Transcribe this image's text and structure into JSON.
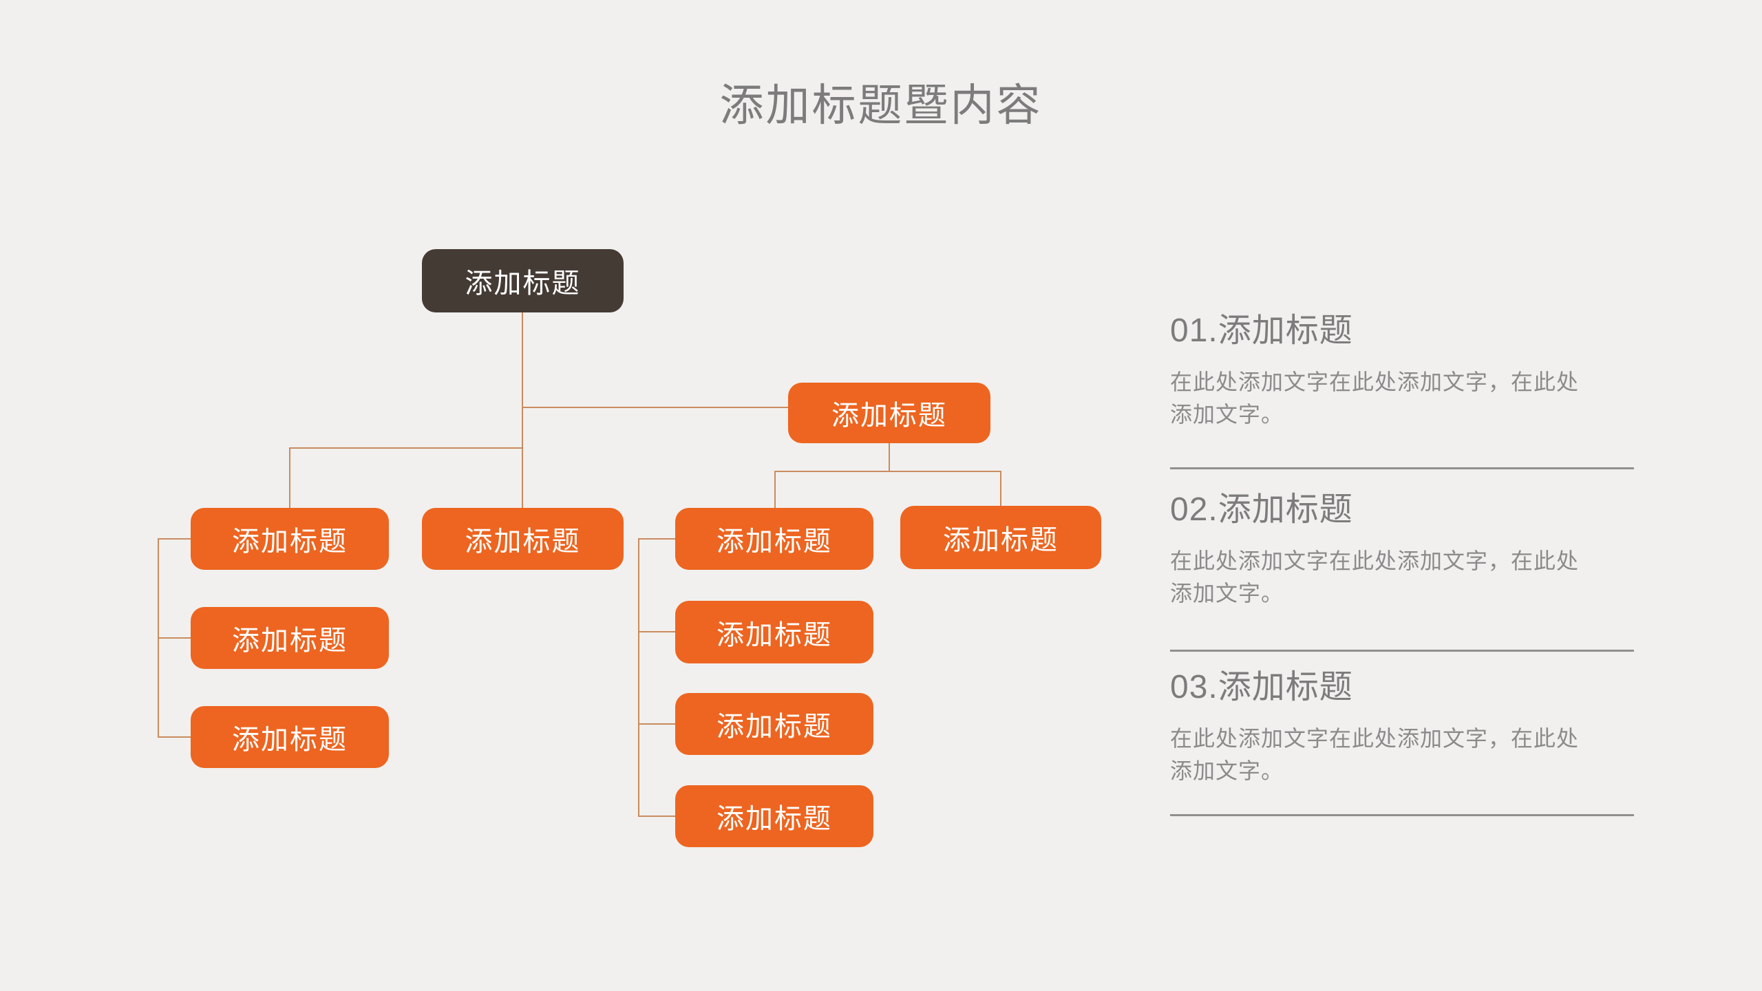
{
  "title": "添加标题暨内容",
  "org_chart": {
    "nodes": [
      {
        "id": "root",
        "level": 1,
        "label": "添加标题"
      },
      {
        "id": "branch-right",
        "level": 2,
        "label": "添加标题"
      },
      {
        "id": "left-1",
        "level": 3,
        "label": "添加标题"
      },
      {
        "id": "left-2",
        "level": 3,
        "label": "添加标题"
      },
      {
        "id": "left-3",
        "level": 3,
        "label": "添加标题"
      },
      {
        "id": "center",
        "level": 3,
        "label": "添加标题"
      },
      {
        "id": "right-1",
        "level": 3,
        "label": "添加标题"
      },
      {
        "id": "right-2",
        "level": 3,
        "label": "添加标题"
      },
      {
        "id": "right-sub-1",
        "level": 4,
        "label": "添加标题"
      },
      {
        "id": "right-sub-2",
        "level": 4,
        "label": "添加标题"
      },
      {
        "id": "right-sub-3",
        "level": 4,
        "label": "添加标题"
      }
    ]
  },
  "sections": [
    {
      "heading": "01.添加标题",
      "body_line1": "在此处添加文字在此处添加文字，在此处",
      "body_line2": "添加文字。"
    },
    {
      "heading": "02.添加标题",
      "body_line1": "在此处添加文字在此处添加文字，在此处",
      "body_line2": "添加文字。"
    },
    {
      "heading": "03.添加标题",
      "body_line1": "在此处添加文字在此处添加文字，在此处",
      "body_line2": "添加文字。"
    }
  ],
  "colors": {
    "background": "#F1F0EE",
    "accent_orange": "#ED6520",
    "root_dark": "#453B35",
    "connector_line": "#C98B5E",
    "divider_gray": "#6F6F6F",
    "title_gray": "#7C7C7C",
    "body_gray": "#8B8B8B",
    "node_text": "#FFFFFF"
  }
}
